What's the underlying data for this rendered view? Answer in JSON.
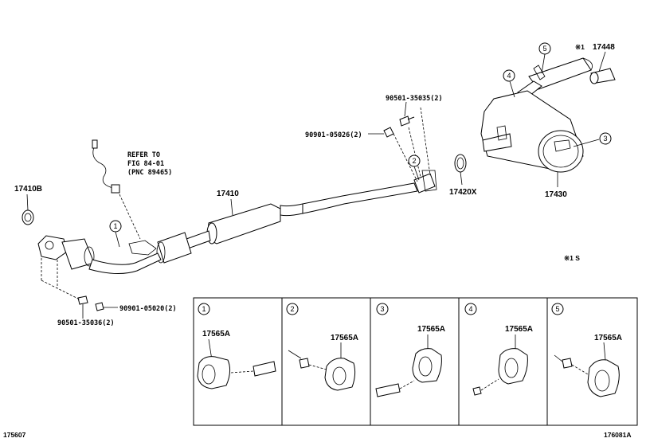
{
  "parts": {
    "p17448": "17448",
    "p17410B": "17410B",
    "p17410": "17410",
    "p17420X": "17420X",
    "p17430": "17430",
    "bolt_top": "90501-35035(2)",
    "nut_top": "90901-05026(2)",
    "nut_bottom": "90901-05020(2)",
    "bolt_bottom": "90501-35036(2)",
    "note_mark_top": "※1",
    "note_mark_right": "※1 S",
    "refer_line1": "REFER TO",
    "refer_line2": "FIG 84-01",
    "refer_line3": "(PNC 89465)"
  },
  "callouts": [
    "1",
    "2",
    "3",
    "4",
    "5"
  ],
  "detail_panels": [
    {
      "num": "1",
      "part": "17565A"
    },
    {
      "num": "2",
      "part": "17565A"
    },
    {
      "num": "3",
      "part": "17565A"
    },
    {
      "num": "4",
      "part": "17565A"
    },
    {
      "num": "5",
      "part": "17565A"
    }
  ],
  "footer": {
    "left_code": "175607",
    "right_code": "176081A"
  }
}
